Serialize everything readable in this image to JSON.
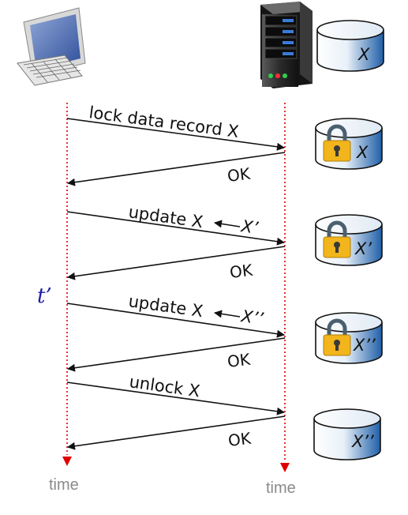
{
  "messages": {
    "lock": "lock data record X",
    "update1": "update X",
    "update1_value": "X’",
    "update2": "update X",
    "update2_value": "X’’",
    "unlock": "unlock X",
    "ok": "OK"
  },
  "databases": [
    "X",
    "X",
    "X’",
    "X’’",
    "X’’"
  ],
  "time_label": "time",
  "t_prime": "t’",
  "colors": {
    "timeline": "#e00000",
    "db_fill_top": "#ffffff",
    "db_fill_bottom": "#1f5fa8",
    "lock_body": "#f2b51b",
    "lock_shackle": "#4a6070",
    "t_prime": "#1a1aa8"
  },
  "icons": [
    "desktop-computer-icon",
    "server-tower-icon",
    "database-icon",
    "padlock-icon"
  ]
}
